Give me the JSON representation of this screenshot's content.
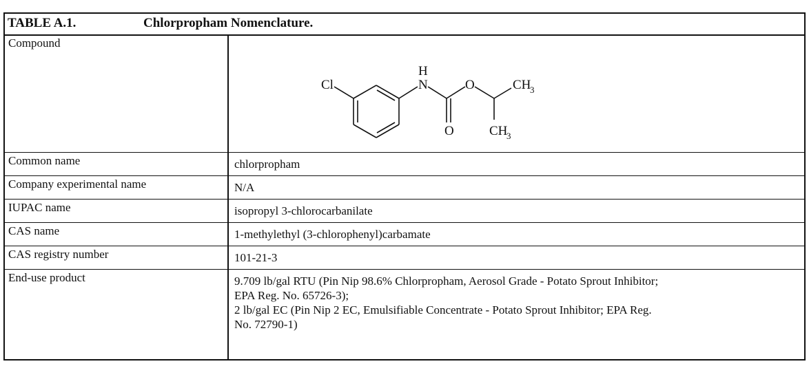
{
  "table": {
    "number": "TABLE A.1.",
    "title": "Chlorpropham Nomenclature.",
    "compound_label": "Compound",
    "structure_labels": {
      "cl": "Cl",
      "h": "H",
      "n": "N",
      "o_ester": "O",
      "o_carbonyl": "O",
      "ch3_top": "CH",
      "ch3_top_sub": "3",
      "ch3_bottom": "CH",
      "ch3_bottom_sub": "3"
    },
    "rows": [
      {
        "label": "Common name",
        "value": "chlorpropham"
      },
      {
        "label": "Company experimental name",
        "value": "N/A"
      },
      {
        "label": "IUPAC name",
        "value": "isopropyl 3-chlorocarbanilate"
      },
      {
        "label": "CAS name",
        "value": "1-methylethyl (3-chlorophenyl)carbamate"
      },
      {
        "label": "CAS registry number",
        "value": "101-21-3"
      },
      {
        "label": "End-use product",
        "lines": [
          "9.709 lb/gal RTU (Pin Nip 98.6% Chlorpropham, Aerosol Grade - Potato Sprout Inhibitor;",
          "EPA Reg. No. 65726-3);",
          "2 lb/gal EC (Pin Nip 2 EC, Emulsifiable Concentrate - Potato Sprout Inhibitor; EPA Reg.",
          "No. 72790-1)"
        ]
      }
    ]
  }
}
